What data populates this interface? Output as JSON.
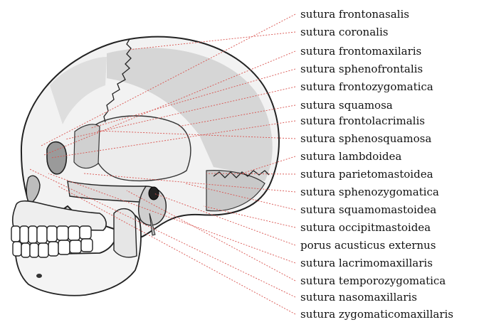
{
  "diagram": {
    "labels": [
      "sutura frontonasalis",
      "sutura coronalis",
      "sutura frontomaxilaris",
      "sutura sphenofrontalis",
      "sutura frontozygomatica",
      "sutura squamosa",
      "sutura frontolacrimalis",
      "sutura sphenosquamosa",
      "sutura lambdoidea",
      "sutura parietomastoidea",
      "sutura sphenozygomatica",
      "sutura squamomastoidea",
      "sutura occipitmastoidea",
      "porus acusticus externus",
      "sutura lacrimomaxillaris",
      "sutura temporozygomatica",
      "sutura nasomaxillaris",
      "sutura zygomaticomaxillaris"
    ]
  },
  "colors": {
    "leader_line": "#d9534f",
    "skull_fill": "#f2f2f2",
    "skull_shade": "#cfcfcf",
    "outline": "#222222",
    "text": "#111111"
  }
}
